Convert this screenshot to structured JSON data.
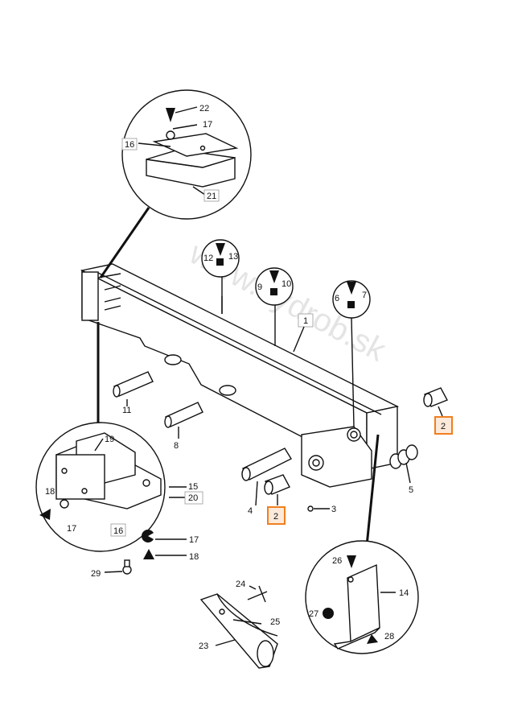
{
  "watermark": "www.hydrob.sk",
  "colors": {
    "highlight": "#f07f1f",
    "line": "#111111"
  },
  "callouts": {
    "c1": "1",
    "c2a": "2",
    "c2b": "2",
    "c3": "3",
    "c4": "4",
    "c5": "5",
    "c6": "6",
    "c7": "7",
    "c8": "8",
    "c9": "9",
    "c10": "10",
    "c11": "11",
    "c12": "12",
    "c13": "13",
    "c14": "14",
    "c15": "15",
    "c16a": "16",
    "c16b": "16",
    "c17a": "17",
    "c17b": "17",
    "c17c": "17",
    "c18a": "18",
    "c18b": "18",
    "c19": "19",
    "c20": "20",
    "c21": "21",
    "c22": "22",
    "c23": "23",
    "c24": "24",
    "c25": "25",
    "c26": "26",
    "c27": "27",
    "c28": "28",
    "c29": "29"
  },
  "highlighted": [
    "2"
  ]
}
